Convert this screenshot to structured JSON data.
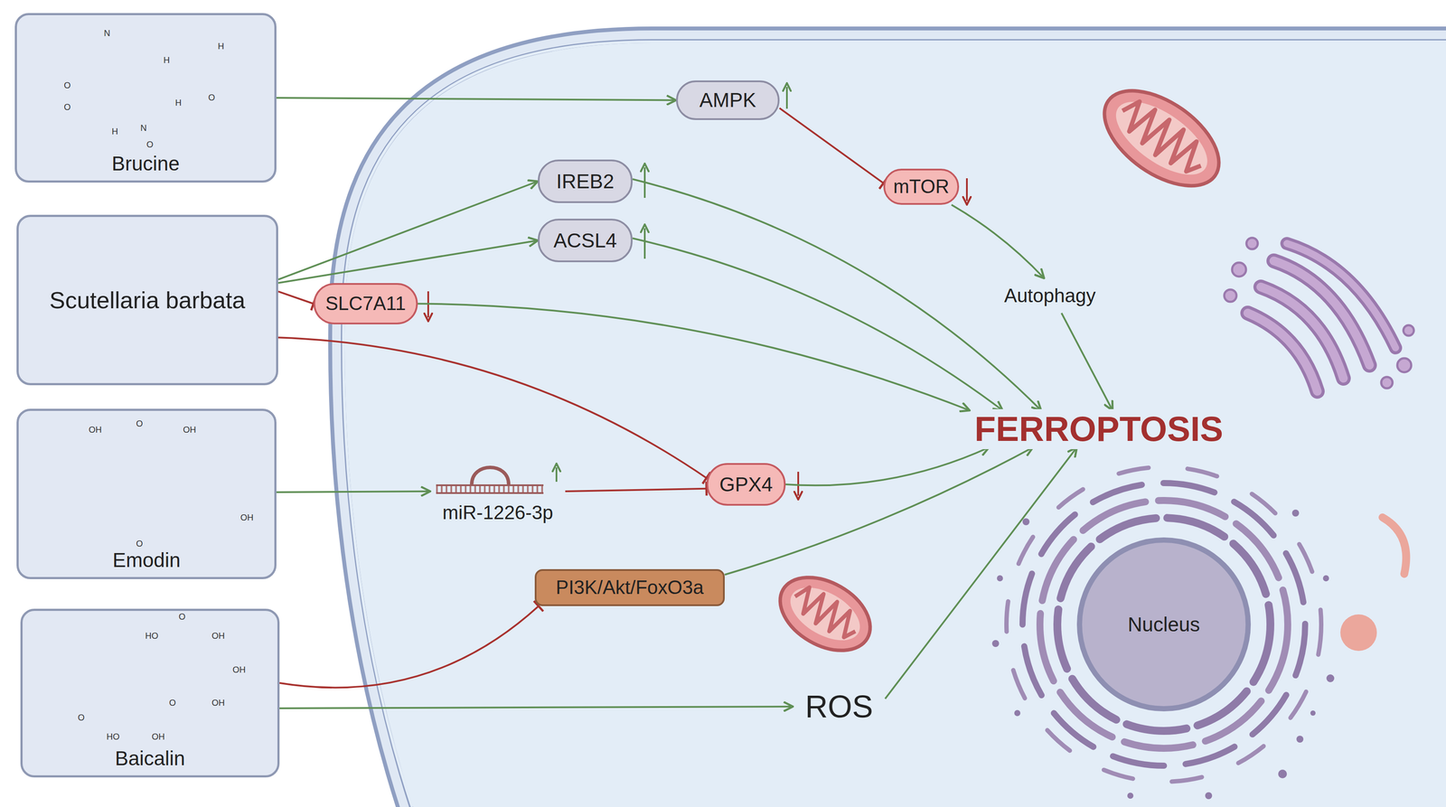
{
  "diagram": {
    "nodes": [
      {
        "text": [
          "Brucine"
        ]
      },
      {
        "text": [
          "Scutellaria barbata"
        ]
      },
      {
        "text": [
          "Emodin"
        ]
      },
      {
        "text": [
          "Baicalin"
        ]
      },
      {
        "text": [
          "AMPK"
        ]
      },
      {
        "text": [
          "mTOR"
        ]
      },
      {
        "text": [
          "Autophagy"
        ]
      },
      {
        "text": [
          "IREB2"
        ]
      },
      {
        "text": [
          "ACSL4"
        ]
      },
      {
        "text": [
          "SLC7A11"
        ]
      },
      {
        "text": [
          "miR-1226-3p"
        ]
      },
      {
        "text": [
          "GPX4"
        ]
      },
      {
        "text": [
          "PI3K/Akt/FoxO3a"
        ]
      },
      {
        "text": [
          "ROS"
        ]
      },
      {
        "text": [
          "FERROPTOSIS"
        ]
      },
      {
        "text": [
          "Nucleus"
        ]
      }
    ],
    "edges": [
      {
        "from": 0,
        "to": 4,
        "arrow": "to"
      },
      {
        "from": 4,
        "to": 5,
        "arrow": "to"
      },
      {
        "from": 5,
        "to": 6,
        "arrow": "to"
      },
      {
        "from": 6,
        "to": 14,
        "arrow": "to"
      },
      {
        "from": 1,
        "to": 7,
        "arrow": "to"
      },
      {
        "from": 1,
        "to": 8,
        "arrow": "to"
      },
      {
        "from": 1,
        "to": 9,
        "arrow": "to"
      },
      {
        "from": 1,
        "to": 11,
        "arrow": "to"
      },
      {
        "from": 7,
        "to": 14,
        "arrow": "to"
      },
      {
        "from": 8,
        "to": 14,
        "arrow": "to"
      },
      {
        "from": 9,
        "to": 14,
        "arrow": "to"
      },
      {
        "from": 2,
        "to": 10,
        "arrow": "to"
      },
      {
        "from": 10,
        "to": 11,
        "arrow": "to"
      },
      {
        "from": 11,
        "to": 14,
        "arrow": "to"
      },
      {
        "from": 3,
        "to": 12,
        "arrow": "to"
      },
      {
        "from": 3,
        "to": 13,
        "arrow": "to"
      },
      {
        "from": 12,
        "to": 14,
        "arrow": "to"
      },
      {
        "from": 13,
        "to": 14,
        "arrow": "to"
      }
    ],
    "labels": [
      "N",
      "H",
      "H",
      "O",
      "O",
      "H",
      "O",
      "H",
      "N",
      "O",
      "OH",
      "O",
      "OH",
      "OH",
      "O",
      "O",
      "HO",
      "OH",
      "OH",
      "O",
      "OH",
      "O",
      "HO",
      "OH"
    ]
  }
}
